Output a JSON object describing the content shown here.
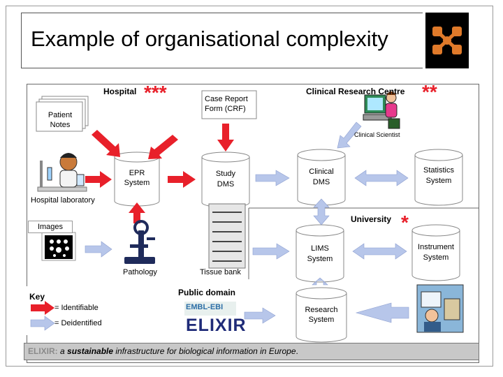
{
  "title": "Example of organisational complexity",
  "labels": {
    "hospital": "Hospital",
    "hospital_stars": "***",
    "patient_notes_1": "Patient",
    "patient_notes_2": "Notes",
    "crf_1": "Case Report",
    "crf_2": "Form (CRF)",
    "clinical_research_centre": "Clinical Research Centre",
    "crc_stars": "**",
    "clinical_scientist": "Clinical Scientist",
    "epr_1": "EPR",
    "epr_2": "System",
    "study_dms_1": "Study",
    "study_dms_2": "DMS",
    "clinical_dms_1": "Clinical",
    "clinical_dms_2": "DMS",
    "statistics_1": "Statistics",
    "statistics_2": "System",
    "hospital_laboratory": "Hospital laboratory",
    "university": "University",
    "university_star": "*",
    "images": "Images",
    "lims_1": "LIMS",
    "lims_2": "System",
    "instrument_1": "Instrument",
    "instrument_2": "System",
    "pathology": "Pathology",
    "tissue_bank": "Tissue bank",
    "public_domain": "Public domain",
    "key": "Key",
    "identifiable": "= Identifiable",
    "deidentified": "= Deidentified",
    "research_1": "Research",
    "research_2": "System",
    "embl_ebi": "EMBL-EBI",
    "elixir_logo": "ELIXIR"
  },
  "footer": {
    "elixir": "ELIXIR:",
    "part1": " a ",
    "sustainable": "sustainable",
    "part2": " infrastructure for biological information in Europe",
    "period": "."
  },
  "colors": {
    "identifiable_arrow": "#e8202a",
    "deidentified_arrow": "#b7c6ea",
    "stars": "#e8202a"
  },
  "icons": [
    "network-logo-icon",
    "lab-technician-icon",
    "microscope-icon",
    "freezer-icon",
    "scientist-at-computer-icon",
    "gel-images-icon",
    "instrument-photo-icon"
  ]
}
